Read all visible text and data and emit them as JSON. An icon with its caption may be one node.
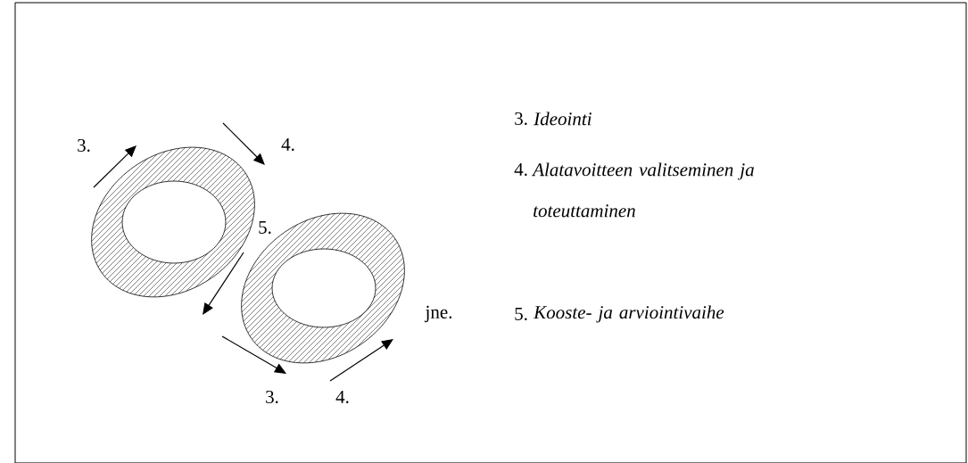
{
  "diagram": {
    "labels": [
      "3.",
      "4.",
      "5.",
      "3.",
      "4.",
      "jne.",
      "3.",
      "Ideointi",
      "4.",
      "Alatavoitteen valitseminen ja toteuttaminen",
      "5.",
      "Kooste- ja arviointivaihe"
    ]
  }
}
